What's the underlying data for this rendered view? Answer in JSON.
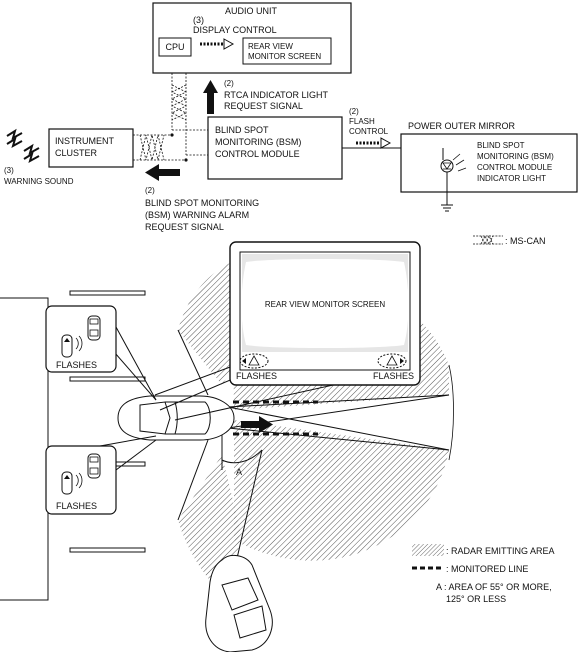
{
  "top_diagram": {
    "audio_unit": {
      "title": "AUDIO UNIT",
      "display_control_num": "(3)",
      "display_control": "DISPLAY CONTROL",
      "cpu": "CPU",
      "rear_view_screen_line1": "REAR VIEW",
      "rear_view_screen_line2": "MONITOR SCREEN"
    },
    "rtca_signal": {
      "num": "(2)",
      "line1": "RTCA INDICATOR LIGHT",
      "line2": "REQUEST SIGNAL"
    },
    "bsm_module": {
      "line1": "BLIND SPOT",
      "line2": "MONITORING (BSM)",
      "line3": "CONTROL MODULE"
    },
    "instrument_cluster": {
      "line1": "INSTRUMENT",
      "line2": "CLUSTER"
    },
    "warning_sound": {
      "num": "(3)",
      "label": "WARNING SOUND"
    },
    "warning_alarm_signal": {
      "num": "(2)",
      "line1": "BLIND SPOT MONITORING",
      "line2": "(BSM) WARNING ALARM",
      "line3": "REQUEST SIGNAL"
    },
    "flash_control": {
      "num": "(2)",
      "line1": "FLASH",
      "line2": "CONTROL"
    },
    "power_outer_mirror": {
      "title": "POWER OUTER MIRROR",
      "line1": "BLIND SPOT",
      "line2": "MONITORING (BSM)",
      "line3": "CONTROL MODULE",
      "line4": "INDICATOR LIGHT"
    },
    "ms_can_legend": ": MS-CAN"
  },
  "bottom_diagram": {
    "monitor_screen_label": "REAR VIEW MONITOR SCREEN",
    "flashes_left": "FLASHES",
    "flashes_right": "FLASHES",
    "mirror_upper_flashes": "FLASHES",
    "mirror_lower_flashes": "FLASHES",
    "angle_label": "A",
    "legend": {
      "radar_area": ": RADAR EMITTING AREA",
      "monitored_line": ": MONITORED LINE",
      "area_a_line1": "A : AREA OF 55° OR MORE,",
      "area_a_line2": "125° OR LESS"
    }
  },
  "colors": {
    "line": "#111111",
    "hatch": "#555555",
    "background": "#ffffff"
  }
}
